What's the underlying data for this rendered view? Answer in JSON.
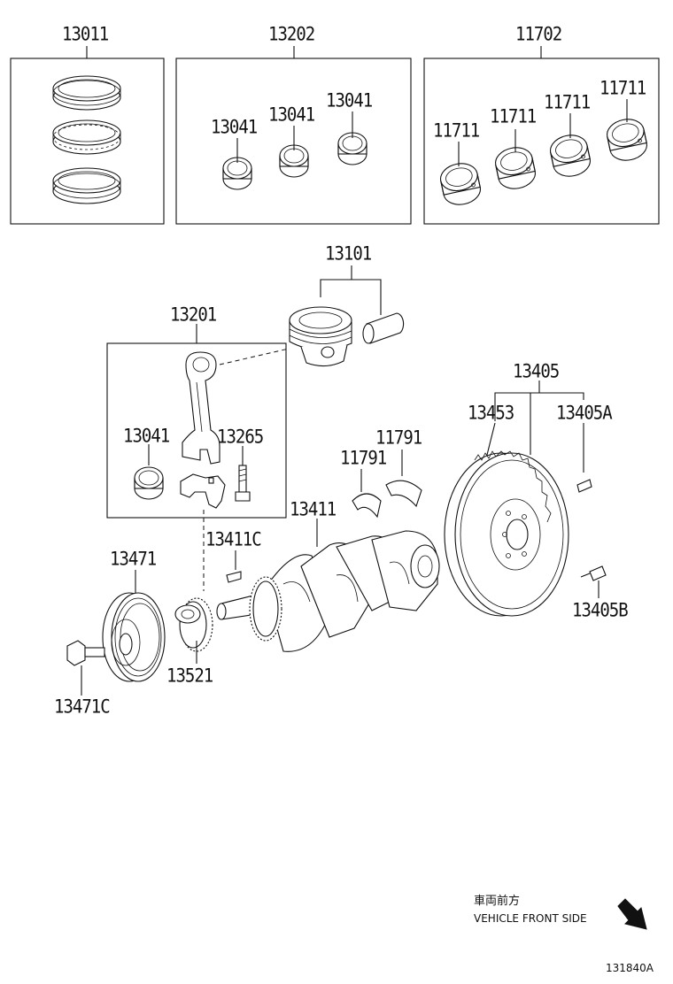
{
  "labels": {
    "p13011": "13011",
    "p13202": "13202",
    "p11702": "11702",
    "p13041_a": "13041",
    "p13041_b": "13041",
    "p13041_c": "13041",
    "p11711_a": "11711",
    "p11711_b": "11711",
    "p11711_c": "11711",
    "p11711_d": "11711",
    "p13101": "13101",
    "p13201": "13201",
    "p13041_d": "13041",
    "p13265": "13265",
    "p13405": "13405",
    "p13453": "13453",
    "p13405A": "13405A",
    "p11791_a": "11791",
    "p11791_b": "11791",
    "p13411": "13411",
    "p13411C": "13411C",
    "p13471": "13471",
    "p13405B": "13405B",
    "p13521": "13521",
    "p13471C": "13471C"
  },
  "direction": {
    "japanese": "車両前方",
    "english": "VEHICLE FRONT SIDE"
  },
  "figure_code": "131840A"
}
